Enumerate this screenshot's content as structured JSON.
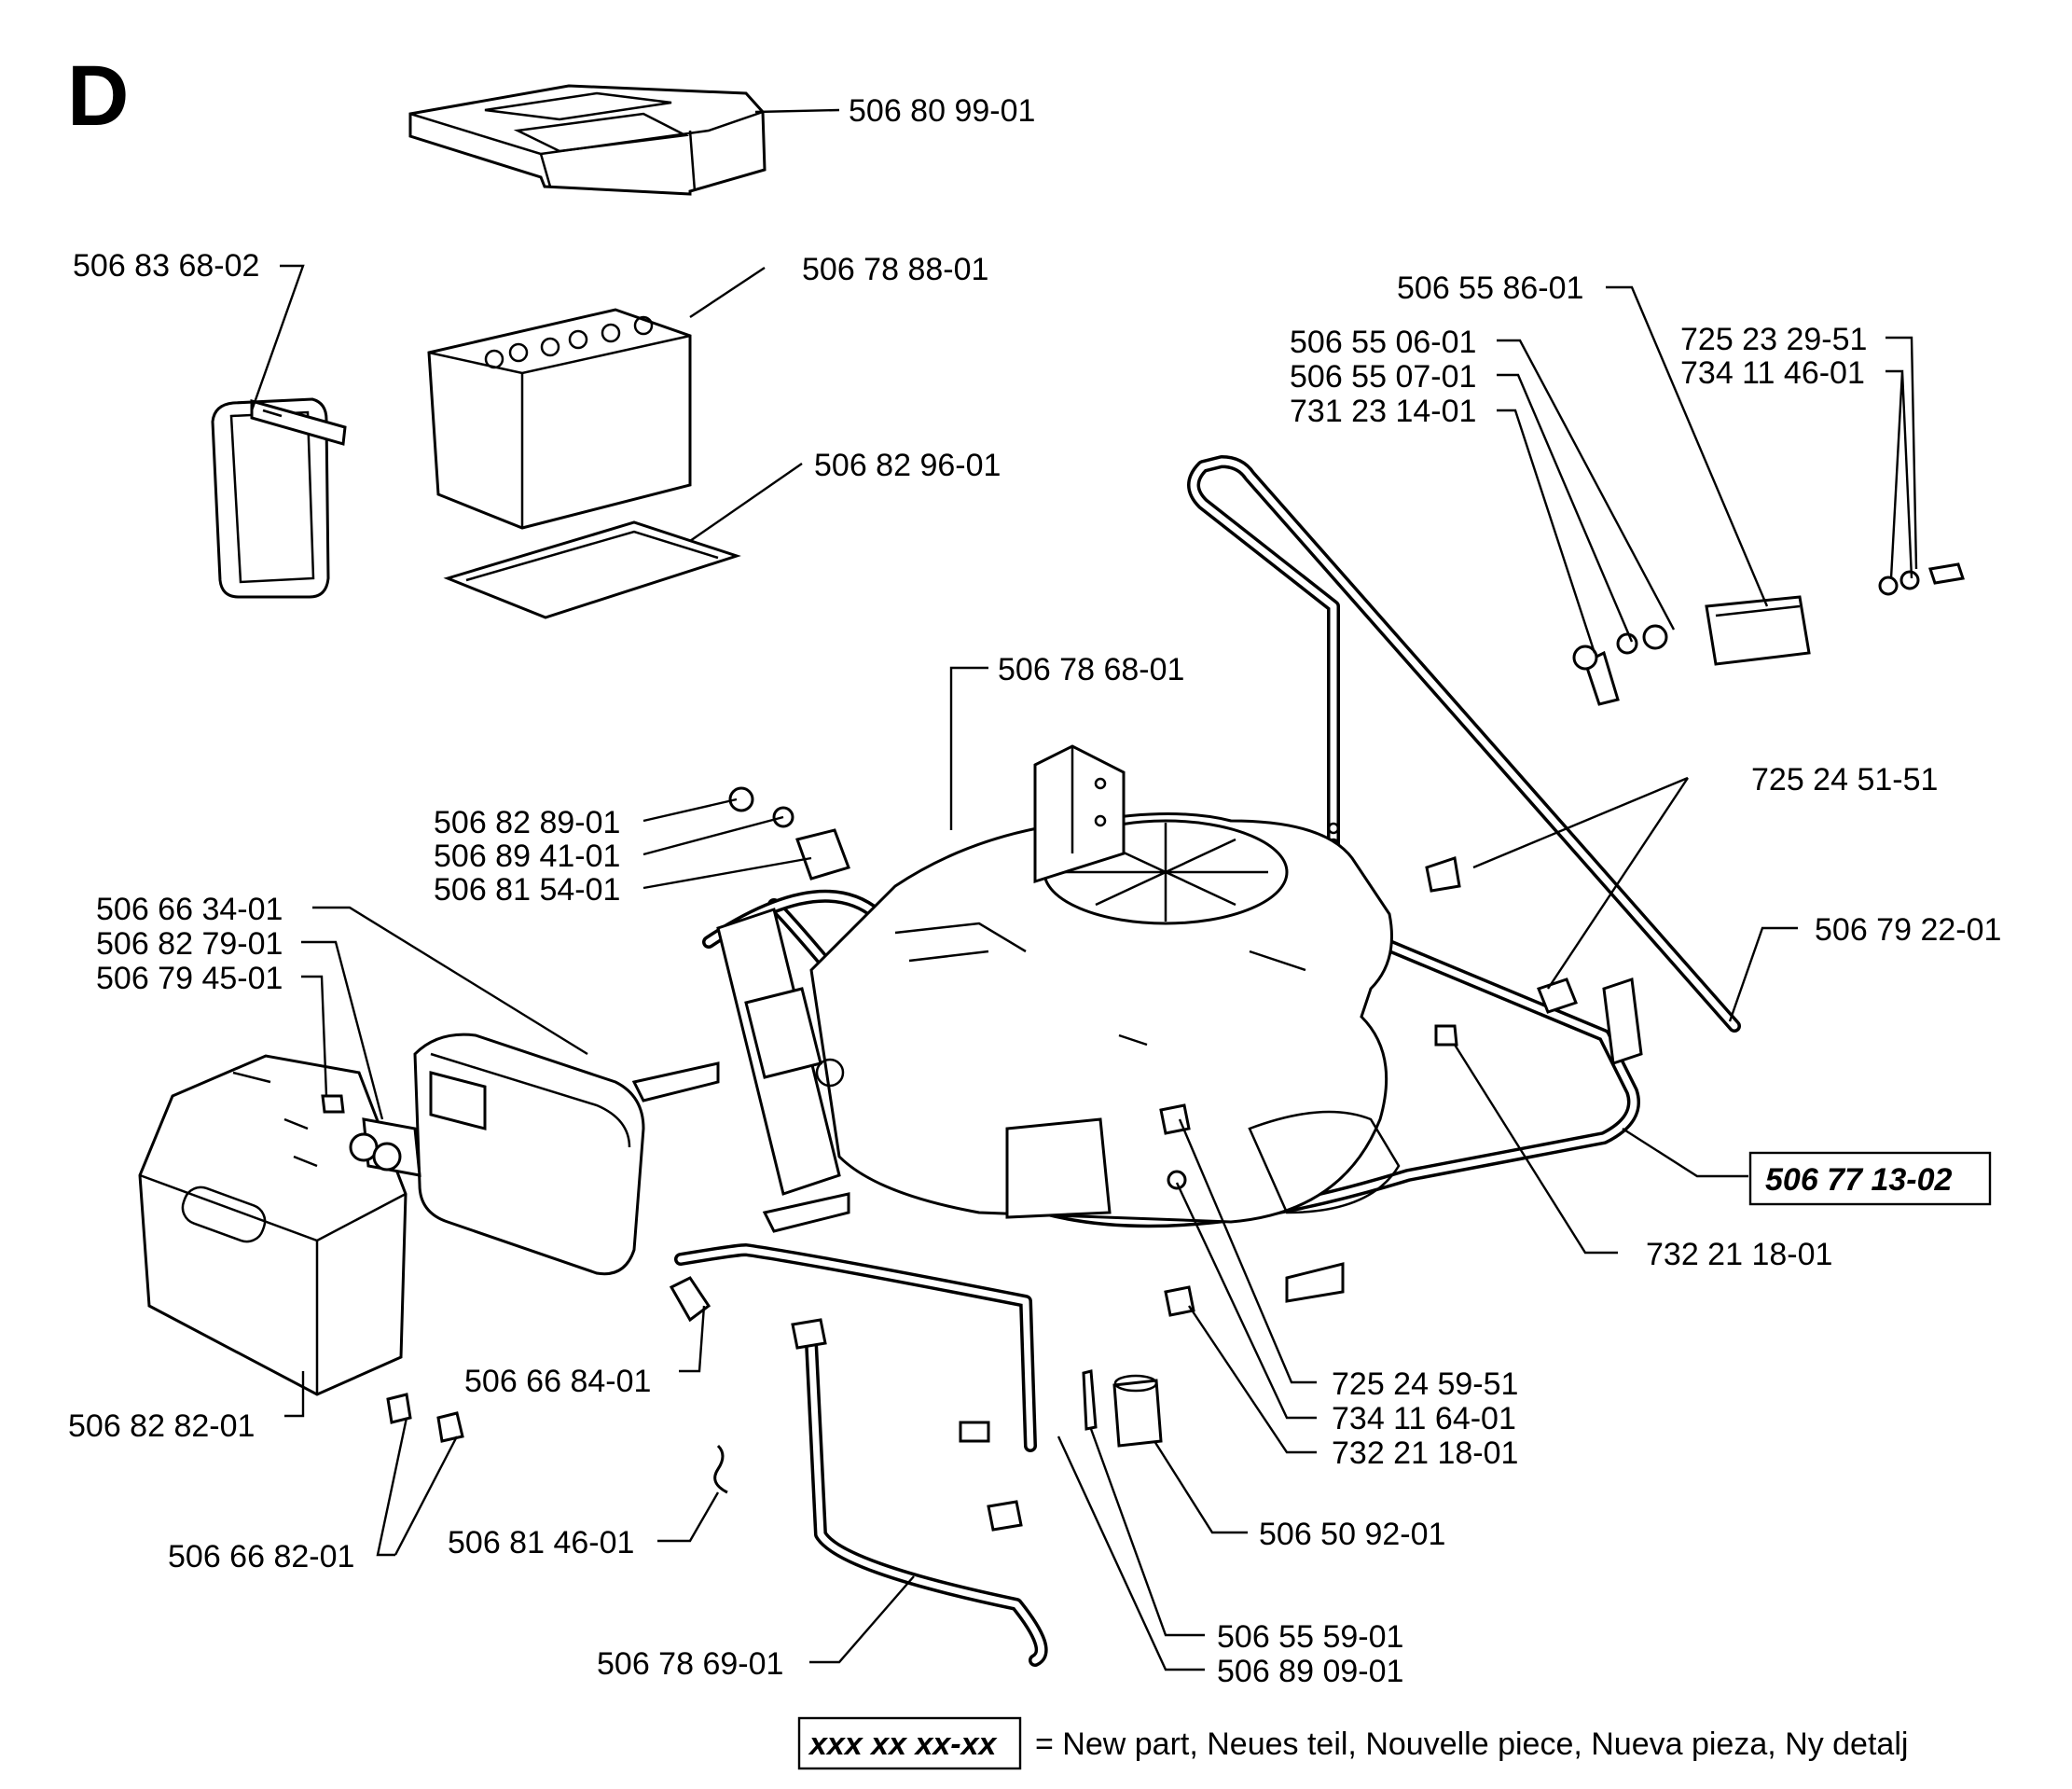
{
  "page": {
    "letter": "D"
  },
  "labels": {
    "top_cover": "506 80 99-01",
    "strap": "506 83 68-02",
    "battery": "506 78 88-01",
    "mat": "506 82 96-01",
    "bracket": "506 55 86-01",
    "nut1": "506 55 06-01",
    "washer1": "506 55 07-01",
    "nut2": "731 23 14-01",
    "screw_r": "725 23 29-51",
    "washer_r": "734 11 46-01",
    "engine": "506 78 68-01",
    "bolt_r": "725 24 51-51",
    "cap": "506 82 89-01",
    "washer_l": "506 89 41-01",
    "spacer": "506 81 54-01",
    "muffler": "506 66 34-01",
    "gasket": "506 82 79-01",
    "screw_m": "506 79 45-01",
    "handle": "506 79 22-01",
    "frame": "506 77 13-02",
    "nut_r": "732 21 18-01",
    "shield": "506 82 82-01",
    "clamp": "506 66 84-01",
    "bolt_m": "725 24 59-51",
    "washer_m": "734 11 64-01",
    "nut_m": "732 21 18-01",
    "sleeve": "506 50 92-01",
    "wire": "506 81 46-01",
    "screw_s": "506 66 82-01",
    "pin": "506 55 59-01",
    "tube": "506 89 09-01",
    "exhaust": "506 78 69-01"
  },
  "legend": {
    "code": "xxx xx xx-xx",
    "text": "= New part, Neues teil, Nouvelle piece, Nueva pieza, Ny detalj"
  }
}
